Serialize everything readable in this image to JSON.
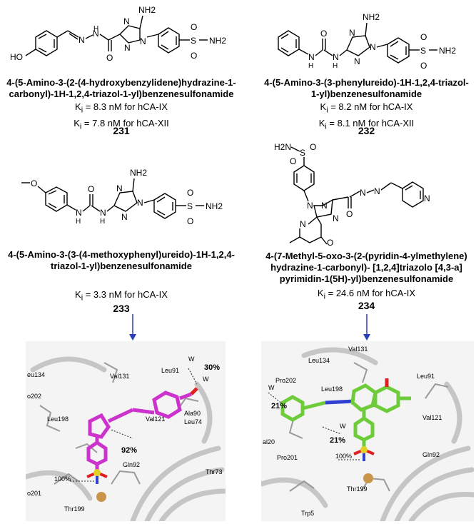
{
  "compounds": [
    {
      "id": "231",
      "name_line1": "4-(5-Amino-3-(2-(4-hydroxybenzylidene)hydrazine-1-",
      "name_line2": "carbonyl)-1H-1,2,4-triazol-1-yl)benzenesulfonamide",
      "ki_lines": [
        "8.3 nM for hCA-IX",
        "7.8 nM for hCA-XII"
      ],
      "atoms": {
        "nh2": "NH2",
        "oh": "HO",
        "n_a": "N",
        "n_b": "N",
        "n_h": "N",
        "o": "O",
        "so2": "S",
        "o_s1": "O",
        "o_s2": "O",
        "snh2": "NH2"
      }
    },
    {
      "id": "232",
      "name_line1": "4-(5-Amino-3-(3-phenylureido)-1H-1,2,4-triazol-",
      "name_line2": "1-yl)benzenesulfonamide",
      "ki_lines": [
        "8.2 nM for hCA-IX",
        "8.1 nM for hCA-XII"
      ],
      "atoms": {
        "nh2": "NH2",
        "n": "N",
        "o": "O",
        "s": "S",
        "snh2": "NH2"
      }
    },
    {
      "id": "233",
      "name_line1": "4-(5-Amino-3-(3-(4-methoxyphenyl)ureido)-1H-1,2,4-",
      "name_line2": "triazol-1-yl)benzenesulfonamide",
      "ki_lines": [
        "3.3 nM for hCA-IX"
      ],
      "atoms": {
        "nh2": "NH2",
        "o": "O",
        "n": "N",
        "s": "S",
        "snh2": "NH2"
      }
    },
    {
      "id": "234",
      "name_line1": "4-(7-Methyl-5-oxo-3-(2-(pyridin-4-ylmethylene)",
      "name_line2": "hydrazine-1-carbonyl)- [1,2,4]triazolo [4,3-a]",
      "name_line3": "pyrimidin-1(5H)-yl)benzenesulfonamide",
      "ki_lines": [
        "24.6 nM for hCA-IX"
      ],
      "atoms": {
        "h2n": "H2N",
        "n": "N",
        "o": "O",
        "s": "S"
      }
    }
  ],
  "ki_prefix": "K",
  "ki_sub": "i",
  "ki_eq": " = ",
  "docking_left": {
    "residues": [
      "Leu91",
      "Val131",
      "eu134",
      "o202",
      "Leu198",
      "Val121",
      "Ala90",
      "Leu74",
      "Gln92",
      "Thr199",
      "o201",
      "Thr73",
      "W",
      "W"
    ],
    "percentages": [
      "30%",
      "92%",
      "100%"
    ],
    "colors": {
      "ligand": "#cc33cc",
      "sulfonyl": "#e0d020",
      "zinc": "#c8954a"
    }
  },
  "docking_right": {
    "residues": [
      "Val131",
      "Leu134",
      "Pro202",
      "Leu198",
      "Leu91",
      "Val121",
      "Gln92",
      "Thr199",
      "Pro201",
      "Trp5",
      "al20",
      "W",
      "W"
    ],
    "percentages": [
      "21%",
      "21%",
      "100%"
    ],
    "colors": {
      "ligand": "#6ecc3a",
      "sulfonyl": "#e0d020",
      "zinc": "#c8954a"
    }
  }
}
